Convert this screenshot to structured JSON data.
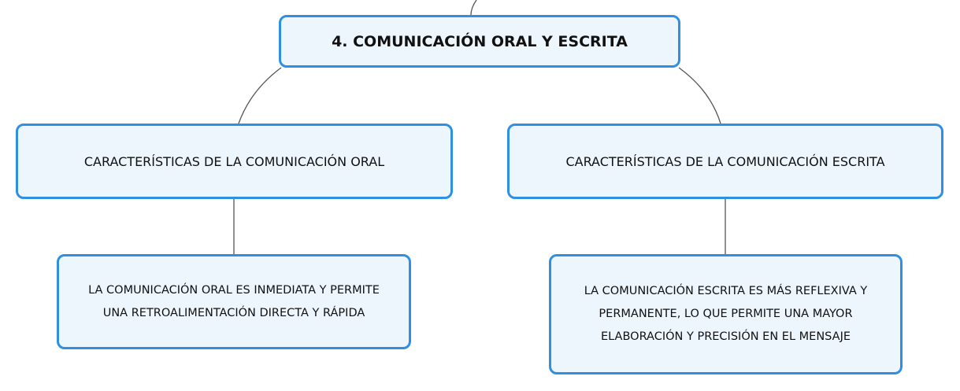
{
  "root": {
    "label": "4. COMUNICACIÓN ORAL Y ESCRITA"
  },
  "branches": [
    {
      "label": "CARACTERÍSTICAS DE LA COMUNICACIÓN ORAL",
      "child": {
        "lines": [
          "LA COMUNICACIÓN ORAL ES INMEDIATA Y PERMITE",
          "UNA RETROALIMENTACIÓN DIRECTA Y RÁPIDA"
        ]
      }
    },
    {
      "label": "CARACTERÍSTICAS DE LA COMUNICACIÓN ESCRITA",
      "child": {
        "lines": [
          "LA COMUNICACIÓN ESCRITA ES MÁS REFLEXIVA Y",
          "PERMANENTE, LO QUE PERMITE UNA MAYOR",
          "ELABORACIÓN Y PRECISIÓN EN EL MENSAJE"
        ]
      }
    }
  ],
  "colors": {
    "border": "#2f8fe0",
    "fill": "#eef6fd",
    "connector": "#555555"
  }
}
